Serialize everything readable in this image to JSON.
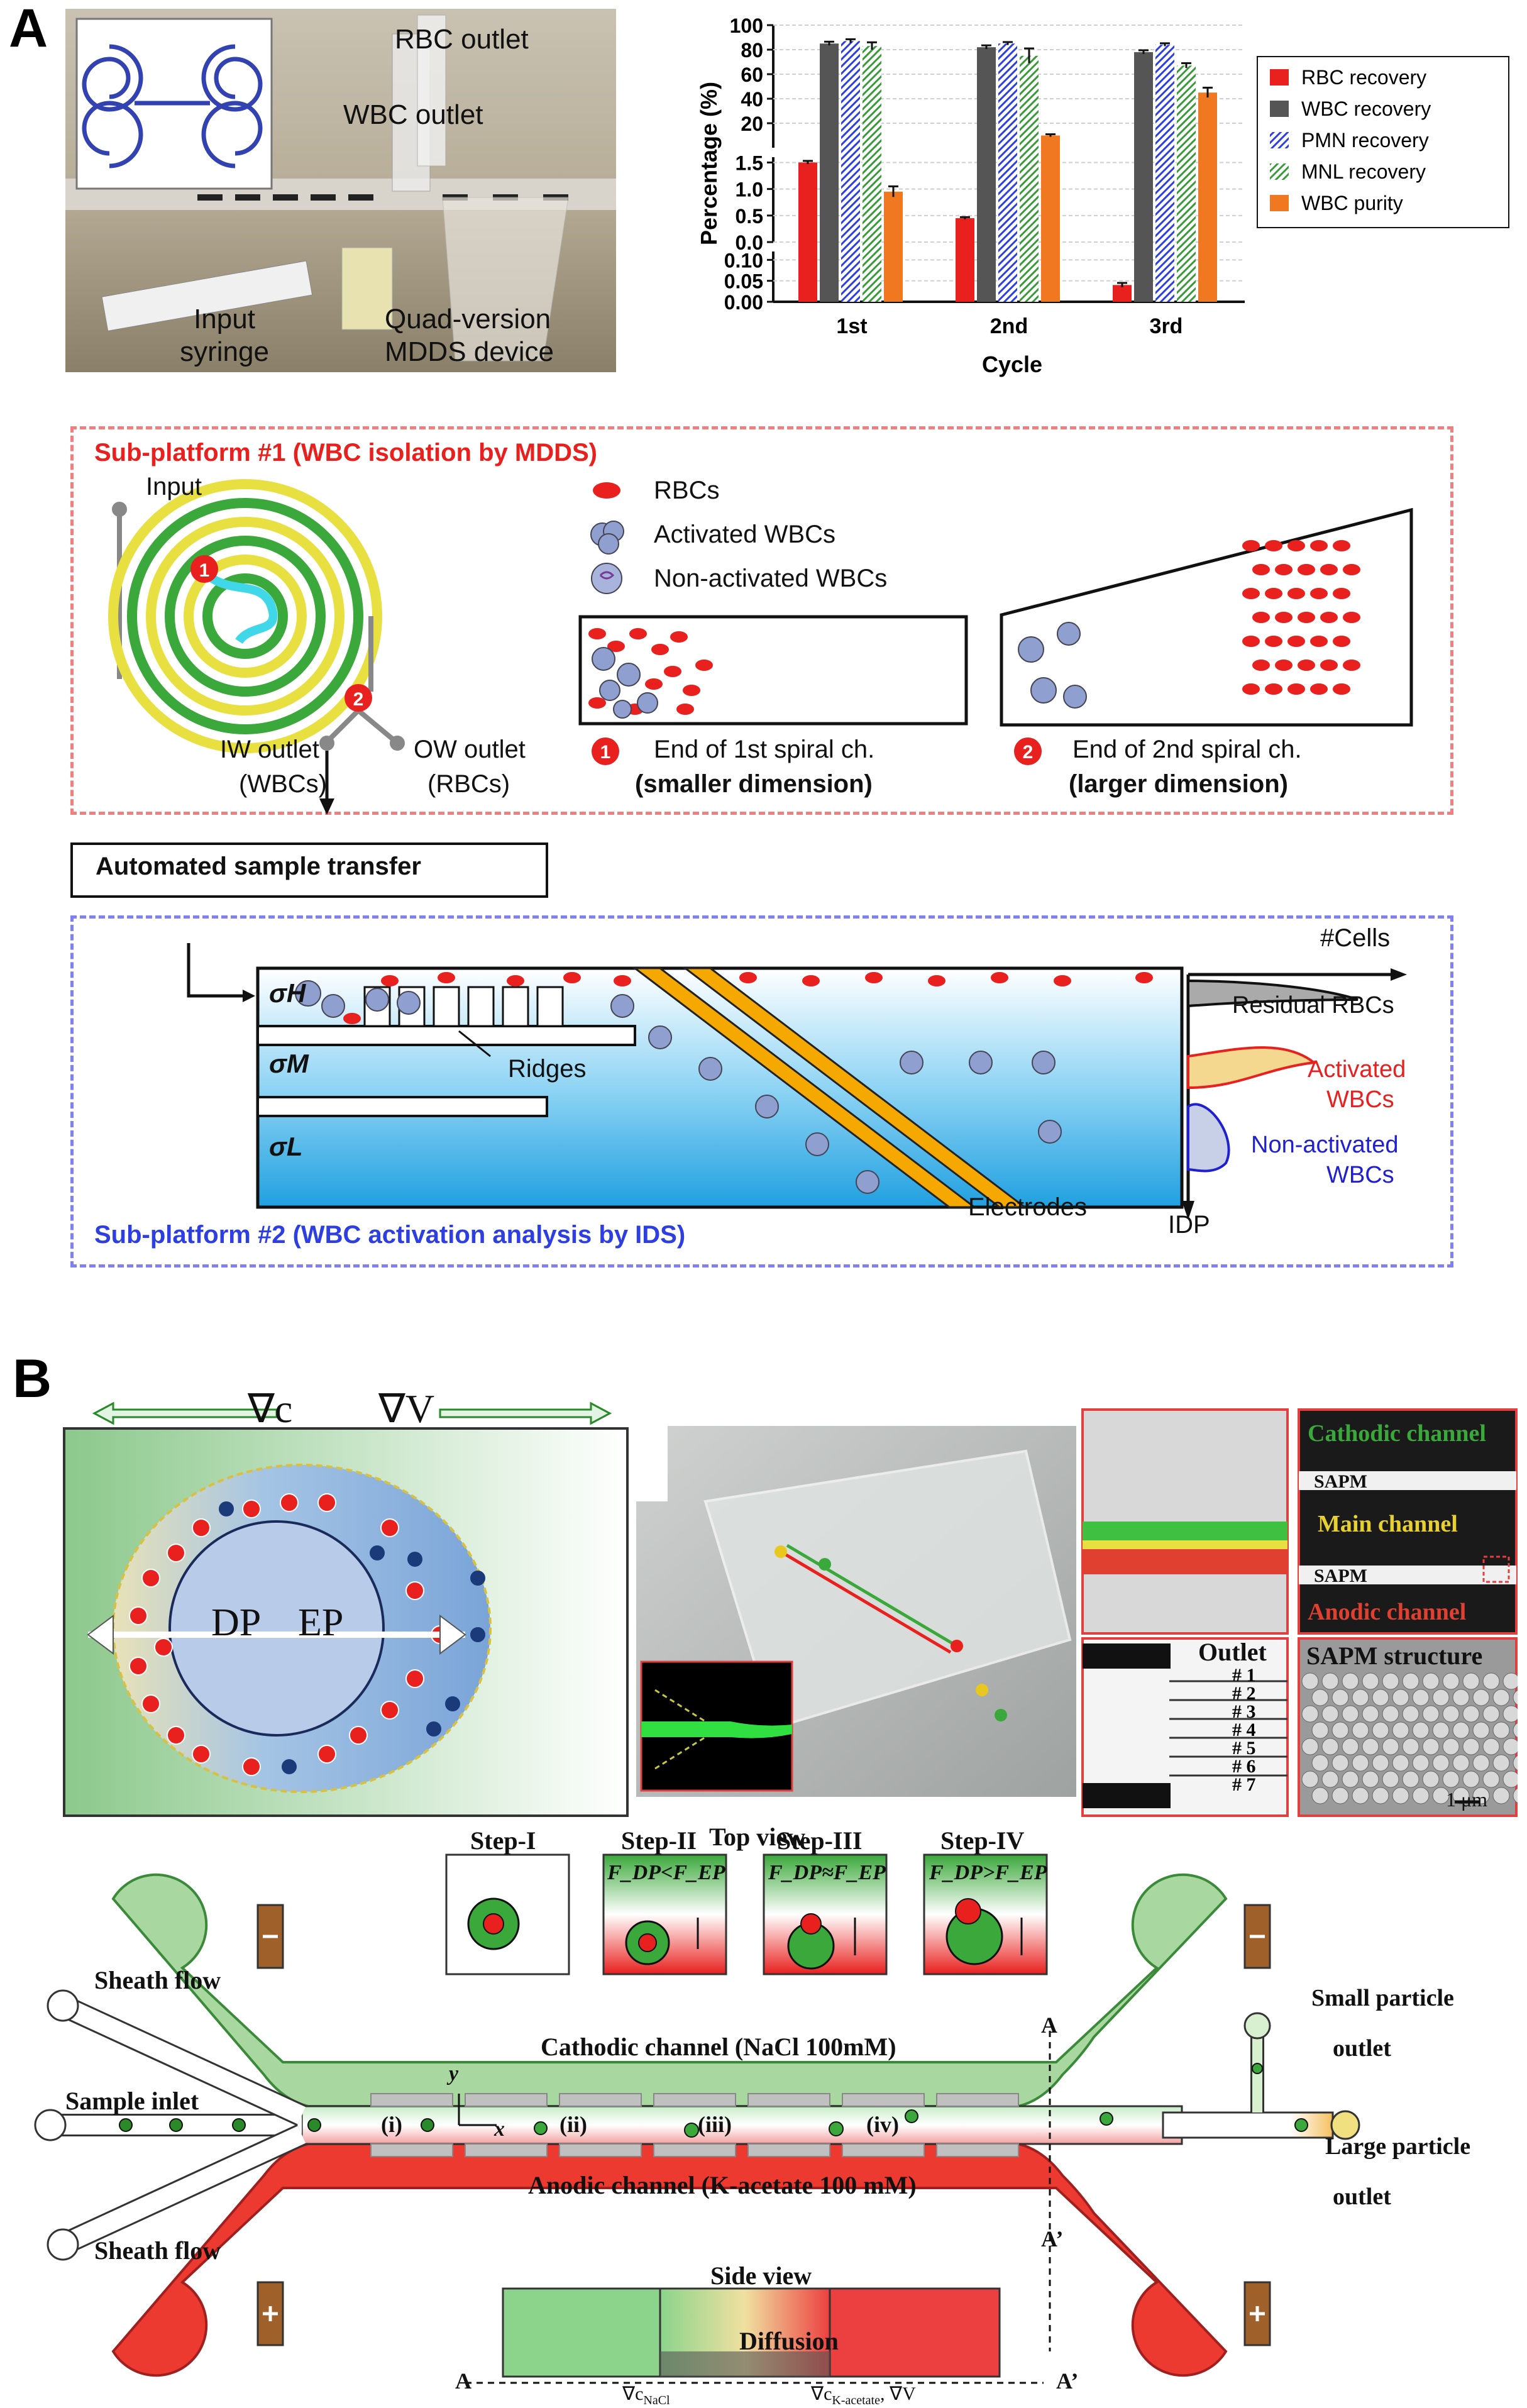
{
  "panelA": {
    "letter": "A",
    "photo": {
      "rbc_outlet": "RBC outlet",
      "wbc_outlet": "WBC outlet",
      "input_syringe": "Input syringe",
      "device": "Quad-version MDDS device"
    }
  },
  "chart_data": {
    "type": "bar",
    "categories": [
      "1st",
      "2nd",
      "3rd"
    ],
    "xlabel": "Cycle",
    "ylabel": "Percentage (%)",
    "broken_axis": true,
    "segments": [
      {
        "range": [
          0,
          0.12
        ],
        "ticks": [
          "0.00",
          "0.05",
          "0.10"
        ]
      },
      {
        "range": [
          0,
          1.6
        ],
        "ticks": [
          "0.0",
          "0.5",
          "1.0",
          "1.5"
        ]
      },
      {
        "range": [
          0,
          100
        ],
        "ticks": [
          "20",
          "40",
          "60",
          "80",
          "100"
        ]
      }
    ],
    "legend_position": "right",
    "series": [
      {
        "name": "RBC recovery",
        "color": "#e8201e",
        "values": [
          1.5,
          0.45,
          0.04
        ],
        "error": [
          0.03,
          0.02,
          0.005
        ]
      },
      {
        "name": "WBC recovery",
        "color": "#555555",
        "values": [
          85,
          82,
          78
        ],
        "error": [
          1.5,
          1.5,
          1.5
        ]
      },
      {
        "name": "PMN recovery",
        "color": "#2d3fe0",
        "values": [
          87,
          85,
          84
        ],
        "error": [
          1.5,
          1.2,
          1.2
        ]
      },
      {
        "name": "MNL recovery",
        "color": "#3a9a3a",
        "values": [
          83,
          75,
          67
        ],
        "error": [
          3,
          6,
          2
        ]
      },
      {
        "name": "WBC purity",
        "color": "#f07820",
        "values": [
          0.95,
          10,
          45
        ],
        "error": [
          0.1,
          1,
          4
        ]
      }
    ]
  },
  "sub1": {
    "title": "Sub-platform #1 (WBC isolation by MDDS)",
    "input": "Input",
    "iw_outlet": "IW outlet",
    "iw_sub": "(WBCs)",
    "ow_outlet": "OW outlet",
    "ow_sub": "(RBCs)",
    "legend_rbc": "RBCs",
    "legend_activated": "Activated WBCs",
    "legend_nonactivated": "Non-activated WBCs",
    "end1_line1": "End of 1st spiral ch.",
    "end1_line2": "(smaller dimension)",
    "end2_line1": "End of 2nd spiral ch.",
    "end2_line2": "(larger dimension)",
    "marker1": "1",
    "marker2": "2"
  },
  "transfer": "Automated sample transfer",
  "sub2": {
    "title": "Sub-platform #2 (WBC activation analysis by IDS)",
    "sigma_h": "σH",
    "sigma_m": "σM",
    "sigma_l": "σL",
    "ridges": "Ridges",
    "electrodes": "Electrodes",
    "cells": "#Cells",
    "residual": "Residual RBCs",
    "activated1": "Activated",
    "activated2": "WBCs",
    "nonactivated1": "Non-activated",
    "nonactivated2": "WBCs",
    "idp": "IDP"
  },
  "panelB": {
    "letter": "B",
    "grad_c": "∇c",
    "grad_v": "∇V",
    "dp": "DP",
    "ep": "EP",
    "cathodic_channel_photo": "Cathodic channel",
    "main_channel_photo": "Main channel",
    "anodic_channel_photo": "Anodic channel",
    "sapm": "SAPM",
    "outlet": "Outlet",
    "outlet_numbers": [
      "# 1",
      "# 2",
      "# 3",
      "# 4",
      "# 5",
      "# 6",
      "# 7"
    ],
    "sapm_structure": "SAPM structure",
    "scale_bar": "1 μm",
    "top_view": "Top view",
    "steps": [
      "Step-I",
      "Step-II",
      "Step-III",
      "Step-IV"
    ],
    "step_relations": [
      "",
      "F_DP<F_EP",
      "F_DP≈F_EP",
      "F_DP>F_EP"
    ],
    "sheath_flow_top": "Sheath flow",
    "sample_inlet": "Sample inlet",
    "sheath_flow_bottom": "Sheath flow",
    "cathodic_channel": "Cathodic channel (NaCl 100mM)",
    "anodic_channel": "Anodic channel (K-acetate 100 mM)",
    "small_outlet_1": "Small particle",
    "small_outlet_2": "outlet",
    "large_outlet_1": "Large particle",
    "large_outlet_2": "outlet",
    "stages": [
      "(i)",
      "(ii)",
      "(iii)",
      "(iv)"
    ],
    "axis_y": "y",
    "axis_x": "x",
    "section_a": "A",
    "section_a_prime": "A’",
    "side_view": "Side view",
    "diffusion": "Diffusion",
    "grad_nacl": "∇c",
    "grad_nacl_sub": "NaCl",
    "grad_k": "∇c",
    "grad_k_sub": "K-acetate",
    "grad_k_tail": ", ∇V",
    "minus": "−",
    "plus": "+"
  }
}
